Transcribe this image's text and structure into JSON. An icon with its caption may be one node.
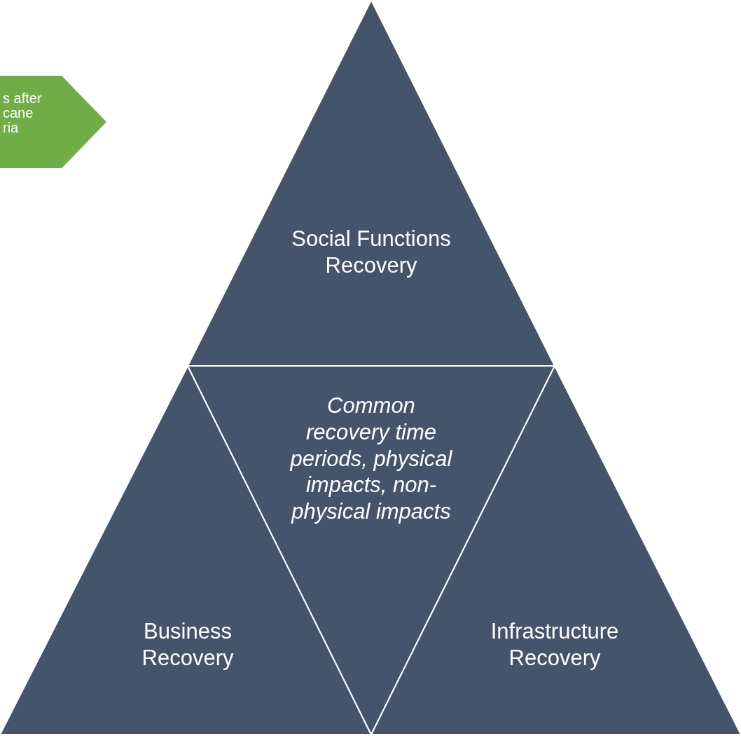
{
  "diagram": {
    "nodes": [
      {
        "text": [
          "s after cane ria"
        ]
      },
      {
        "text": [
          "Social Functions Recovery"
        ]
      },
      {
        "text": [
          "Business Recovery"
        ]
      },
      {
        "text": [
          "Common recovery time periods, physical impacts, non-physical impacts"
        ]
      },
      {
        "text": [
          "Infrastructure Recovery"
        ]
      }
    ]
  }
}
